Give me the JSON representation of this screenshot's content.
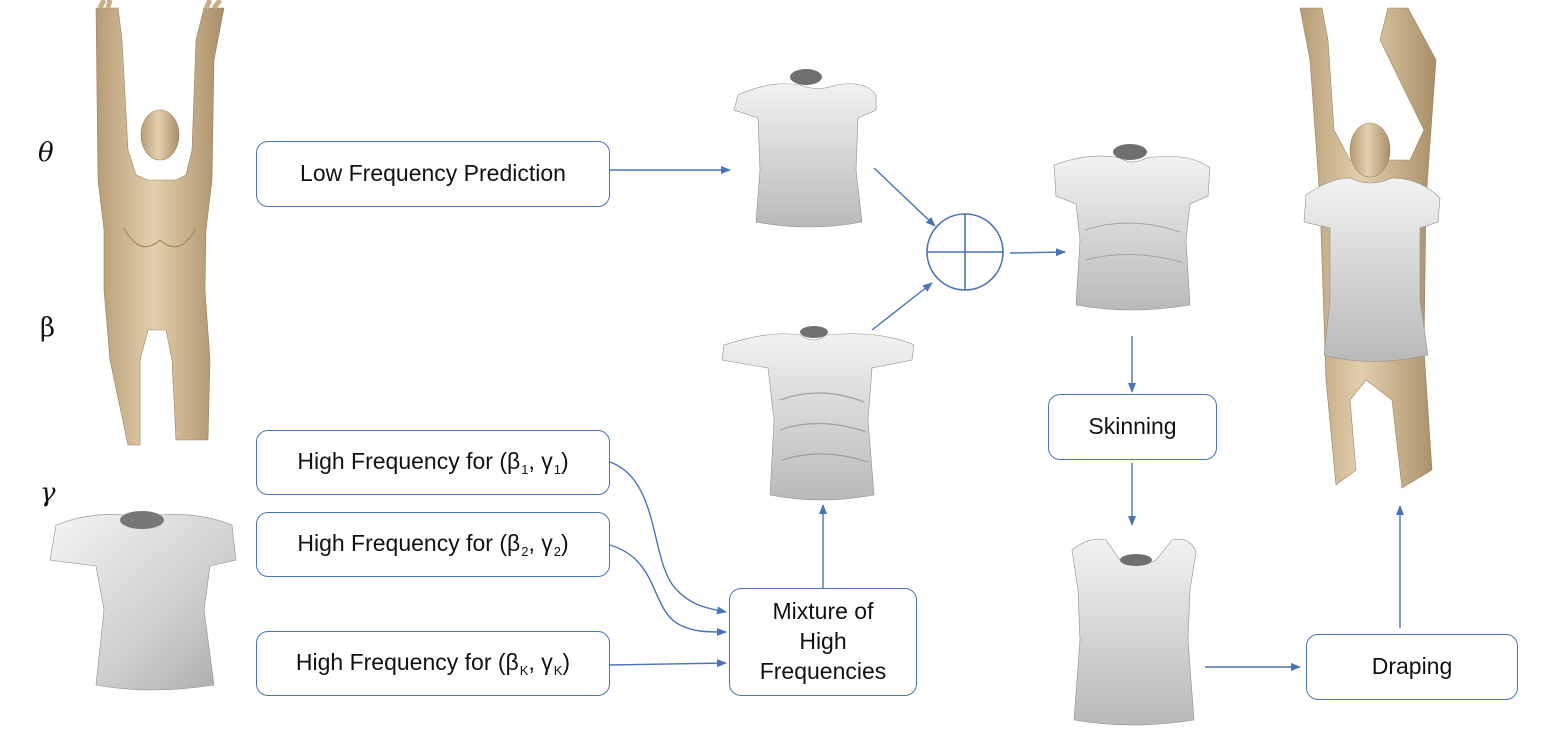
{
  "variables": {
    "theta": "θ",
    "beta": "β",
    "gamma": "γ"
  },
  "nodes": {
    "low_frequency": "Low Frequency Prediction",
    "high_freq_1": {
      "prefix": "High Frequency for (β",
      "sub1": "1",
      "mid": ", γ",
      "sub2": "1",
      "suffix": ")"
    },
    "high_freq_2": {
      "prefix": "High Frequency for (β",
      "sub1": "2",
      "mid": ", γ",
      "sub2": "2",
      "suffix": ")"
    },
    "high_freq_k": {
      "prefix": "High Frequency for (β",
      "sub1": "K",
      "mid": ", γ",
      "sub2": "K",
      "suffix": ")"
    },
    "mixture": [
      "Mixture of",
      "High",
      "Frequencies"
    ],
    "skinning": "Skinning",
    "draping": "Draping"
  },
  "colors": {
    "accent": "#4a72b8",
    "body_skin": "#dcc5a0",
    "garment": "#d9d9d9"
  },
  "icons": {
    "sum": "circle-plus-icon"
  }
}
